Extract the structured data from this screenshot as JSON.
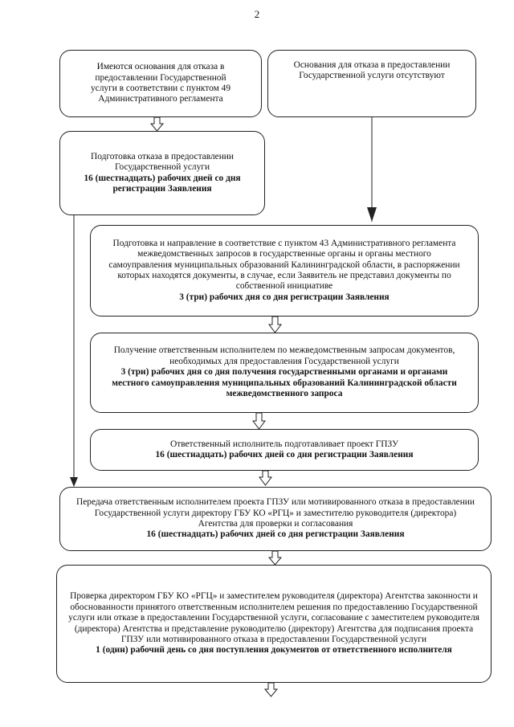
{
  "page_number": "2",
  "boxes": {
    "refusal_grounds": {
      "text": "Имеются основания для отказа в предоставлении Государственной услуги в соответствии с пунктом 49 Административного регламента"
    },
    "no_refusal_grounds": {
      "text": "Основания для отказа в предоставлении Государственной услуги отсутствуют"
    },
    "prepare_refusal": {
      "text": "Подготовка отказа в предоставлении Государственной услуги",
      "term": "16 (шестнадцать) рабочих дней со дня регистрации Заявления"
    },
    "interagency_requests": {
      "text": "Подготовка и направление в соответствие с пунктом 43 Административного регламента межведомственных запросов в государственные органы и органы местного самоуправления муниципальных образований Калининградской области, в распоряжении которых находятся документы, в случае, если Заявитель не представил документы по собственной инициативе",
      "term": "3 (три) рабочих дня со дня регистрации Заявления"
    },
    "receive_responses": {
      "text": "Получение ответственным исполнителем по межведомственным запросам документов, необходимых для предоставления Государственной услуги",
      "term": "3 (три) рабочих дня со дня получения государственными органами и органами местного самоуправления муниципальных образований Калининградской области межведомственного запроса"
    },
    "prepare_project": {
      "text": "Ответственный исполнитель подготавливает проект ГПЗУ",
      "term": "16 (шестнадцать) рабочих дней со дня регистрации Заявления"
    },
    "transfer_for_approval": {
      "text": "Передача ответственным исполнителем проекта ГПЗУ или мотивированного отказа в предоставлении Государственной услуги директору ГБУ КО «РГЦ» и заместителю руководителя (директора) Агентства для проверки и согласования",
      "term": "16 (шестнадцать) рабочих дней со дня регистрации Заявления"
    },
    "verification": {
      "text": "Проверка директором ГБУ КО «РГЦ» и заместителем руководителя (директора) Агентства законности и обоснованности принятого ответственным исполнителем решения по предоставлению Государственной услуги или отказе в предоставлении Государственной услуги, согласование с заместителем руководителя (директора) Агентства и представление руководителю (директору) Агентства для подписания проекта ГПЗУ или мотивированного отказа в предоставлении Государственной услуги",
      "term": "1 (один) рабочий день со дня поступления документов от ответственного исполнителя"
    }
  }
}
